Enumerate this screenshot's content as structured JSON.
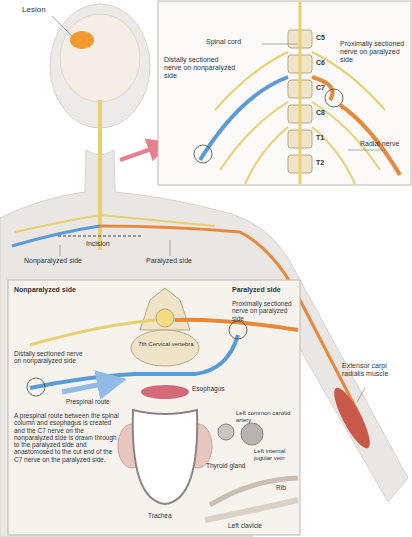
{
  "diagram": {
    "labels": [
      "Lesion",
      "Spinal cord",
      "C5",
      "C6",
      "C7",
      "C8",
      "T1",
      "T2",
      "Distally sectioned nerve on nonparalyzed side",
      "Proximally sectioned nerve on paralyzed side",
      "Radial nerve",
      "Incision",
      "Nonparalyzed side",
      "Paralyzed side",
      "Extensor carpi radialis muscle",
      "Nonparalyzed side",
      "Paralyzed side",
      "Distally sectioned nerve on nonparalyzed side",
      "Proximally sectioned nerve on paralyzed side",
      "7th Cervical vertebra",
      "Prespinal route",
      "Esophagus",
      "Thyroid gland",
      "Left common carotid artery",
      "Left internal jugular vein",
      "Trachea",
      "Rib",
      "Left clavicle",
      "A prespinal route between the spinal column and esophagus is created and the C7 nerve on the nonparalyzed side is drawn through to the paralyzed side and anastomosed to the cut end of the C7 nerve on the paralyzed side."
    ]
  }
}
